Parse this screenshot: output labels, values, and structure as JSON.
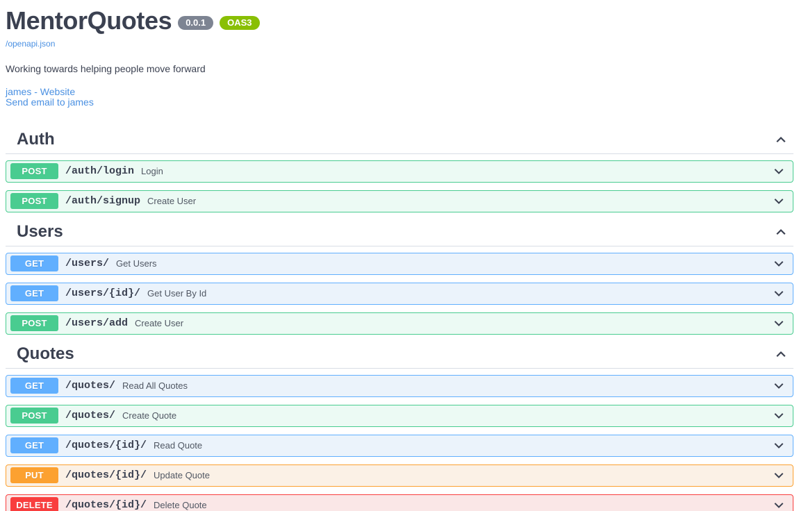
{
  "header": {
    "title": "MentorQuotes",
    "version_badge": "0.0.1",
    "spec_badge": "OAS3",
    "spec_url": "/openapi.json",
    "description": "Working towards helping people move forward",
    "contact_link": "james - Website",
    "email_link": "Send email to james"
  },
  "icons": {
    "collapse": "chevron-up-icon",
    "expand": "chevron-down-icon"
  },
  "colors": {
    "get": "#61affe",
    "post": "#49cc90",
    "put": "#fca130",
    "delete": "#f93e3e",
    "version_badge": "#7d8492",
    "oas_badge": "#89bf04",
    "link": "#4a90e2",
    "text": "#3b4151"
  },
  "sections": [
    {
      "name": "Auth",
      "expanded": true,
      "operations": [
        {
          "method": "POST",
          "path": "/auth/login",
          "summary": "Login"
        },
        {
          "method": "POST",
          "path": "/auth/signup",
          "summary": "Create User"
        }
      ]
    },
    {
      "name": "Users",
      "expanded": true,
      "operations": [
        {
          "method": "GET",
          "path": "/users/",
          "summary": "Get Users"
        },
        {
          "method": "GET",
          "path": "/users/{id}/",
          "summary": "Get User By Id"
        },
        {
          "method": "POST",
          "path": "/users/add",
          "summary": "Create User"
        }
      ]
    },
    {
      "name": "Quotes",
      "expanded": true,
      "operations": [
        {
          "method": "GET",
          "path": "/quotes/",
          "summary": "Read All Quotes"
        },
        {
          "method": "POST",
          "path": "/quotes/",
          "summary": "Create Quote"
        },
        {
          "method": "GET",
          "path": "/quotes/{id}/",
          "summary": "Read Quote"
        },
        {
          "method": "PUT",
          "path": "/quotes/{id}/",
          "summary": "Update Quote"
        },
        {
          "method": "DELETE",
          "path": "/quotes/{id}/",
          "summary": "Delete Quote"
        }
      ]
    }
  ]
}
